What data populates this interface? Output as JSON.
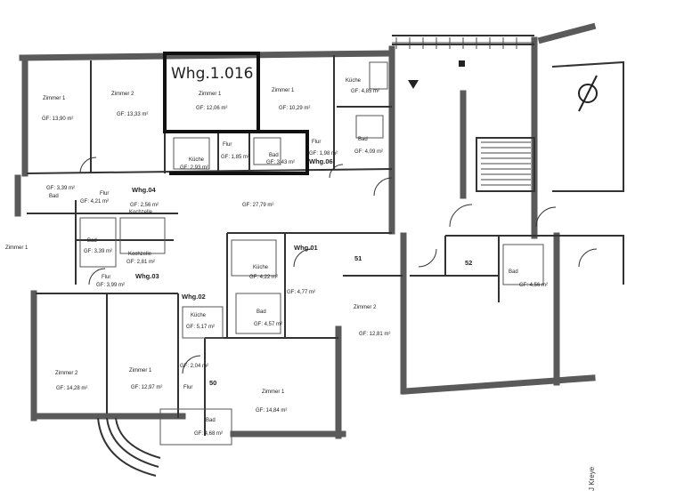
{
  "labels": {
    "whg_1016": "Whg.1.016",
    "zimmer1_a": "Zimmer 1",
    "gf_a": "GF: 13,90 m²",
    "zimmer2_a": "Zimmer 2",
    "gf_b": "GF: 13,33 m²",
    "zimmer1_b": "Zimmer 1",
    "gf_c": "GF: 12,06 m²",
    "zimmer1_c": "Zimmer 1",
    "gf_d": "GF: 10,29 m²",
    "kueche_a": "Küche",
    "gf_e": "GF: 4,85 m²",
    "bad_a": "Bad",
    "gf_f": "GF: 4,09 m²",
    "kueche_b": "Küche",
    "gf_g": "GF: 2,93 m²",
    "flur_a": "Flur",
    "gf_h": "GF: 1,85 m²",
    "bad_b": "Bad",
    "gf_i": "GF: 3,43 m²",
    "flur_b": "Flur",
    "gf_j": "GF: 1,98 m²",
    "whg06": "Whg.06",
    "bad_c": "Bad",
    "gf_k": "GF: 3,39 m²",
    "flur_c": "Flur",
    "gf_l": "GF: 4,21 m²",
    "whg04": "Whg.04",
    "gf_m": "GF: 2,56 m²",
    "kochzelle_a": "Kochzelle",
    "gf_n": "GF: 27,79 m²",
    "zimmer1_d": "Zimmer 1",
    "bad_d": "Bad",
    "gf_o": "GF: 3,39 m²",
    "kochzelle_b": "Kochzelle",
    "gf_p": "GF: 2,81 m²",
    "flur_d": "Flur",
    "gf_q": "GF: 3,99 m²",
    "whg03": "Whg.03",
    "whg02": "Whg.02",
    "whg01": "Whg.01",
    "kueche_c": "Küche",
    "gf_r": "GF: 4,22 m²",
    "gf_s": "GF: 4,77 m²",
    "num51": "51",
    "num52": "52",
    "bad_e": "Bad",
    "gf_t": "GF: 4,56 m²",
    "kueche_d": "Küche",
    "gf_u": "GF: 5,17 m²",
    "bad_f": "Bad",
    "gf_v": "GF: 4,57 m²",
    "zimmer2_b": "Zimmer 2",
    "gf_w": "GF: 12,81 m²",
    "zimmer2_c": "Zimmer 2",
    "gf_x": "GF: 14,28 m²",
    "zimmer1_e": "Zimmer 1",
    "gf_y": "GF: 12,97 m²",
    "gf_z": "GF: 2,04 m²",
    "flur_e": "Flur",
    "num50": "50",
    "zimmer1_f": "Zimmer 1",
    "gf_aa": "GF: 14,84 m²",
    "bad_g": "Bad",
    "gf_ab": "GF: 4,68 m²",
    "signature": "J Kreye"
  },
  "colors": {
    "wall": "#5a5a5a",
    "line": "#333333",
    "paper": "#ffffff"
  }
}
